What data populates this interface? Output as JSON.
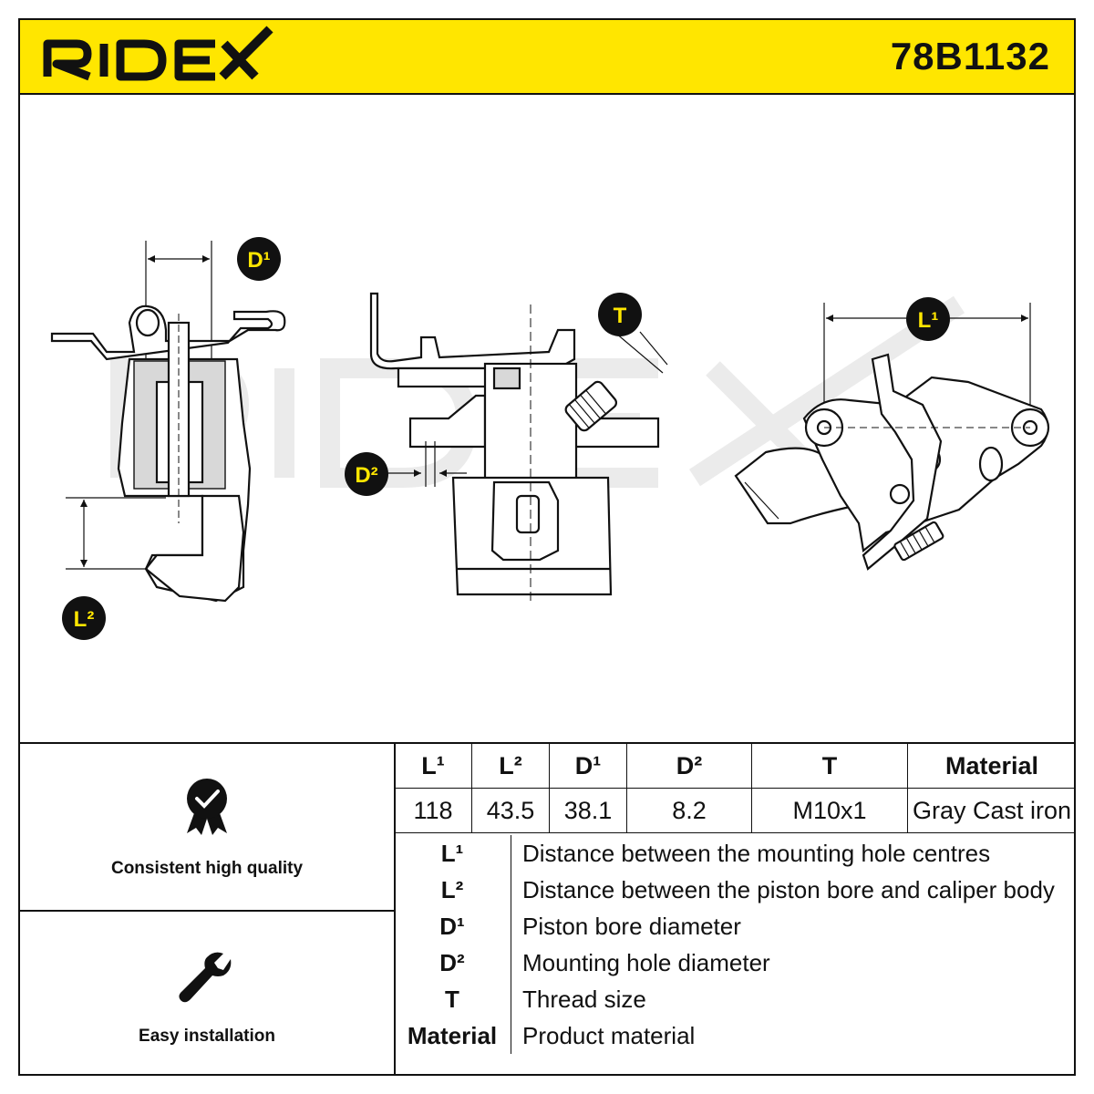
{
  "header": {
    "brand": "RIDEX",
    "part_number": "78B1132",
    "brand_color": "#ffe600"
  },
  "callouts": {
    "D1": "D¹",
    "D2": "D²",
    "L1": "L¹",
    "L2": "L²",
    "T": "T"
  },
  "features": [
    {
      "icon": "quality-badge-icon",
      "label": "Consistent high quality"
    },
    {
      "icon": "wrench-icon",
      "label": "Easy installation"
    }
  ],
  "spec_table": {
    "headers": [
      "L¹",
      "L²",
      "D¹",
      "D²",
      "T",
      "Material"
    ],
    "values": [
      "118",
      "43.5",
      "38.1",
      "8.2",
      "M10x1",
      "Gray Cast iron"
    ]
  },
  "legend": [
    {
      "key": "L¹",
      "desc": "Distance between the mounting hole centres"
    },
    {
      "key": "L²",
      "desc": "Distance between the piston bore and caliper body"
    },
    {
      "key": "D¹",
      "desc": "Piston bore diameter"
    },
    {
      "key": "D²",
      "desc": "Mounting hole diameter"
    },
    {
      "key": "T",
      "desc": "Thread size"
    },
    {
      "key": "Material",
      "desc": "Product material"
    }
  ]
}
